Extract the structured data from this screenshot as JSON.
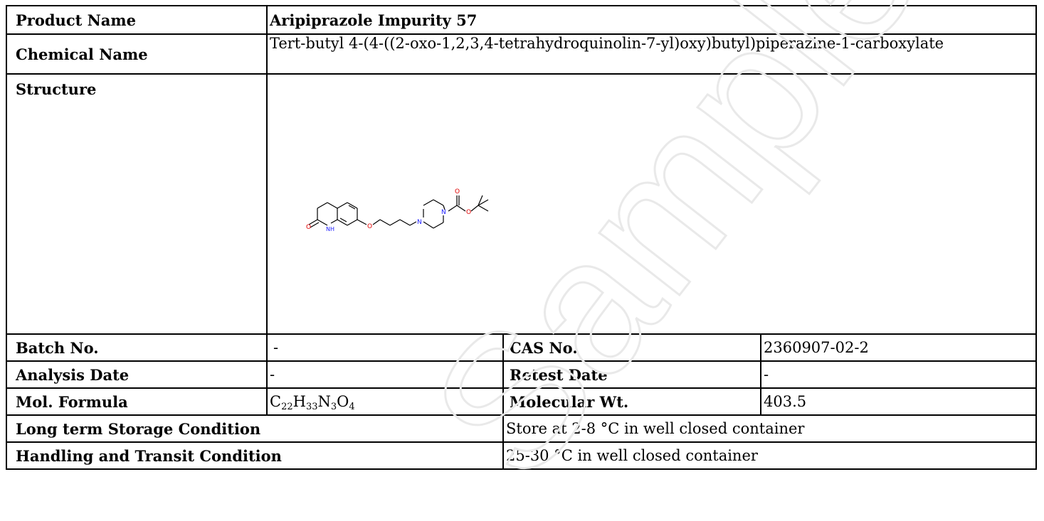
{
  "rows": {
    "product_name": {
      "label": "Product Name",
      "value": "Aripiprazole Impurity 57"
    },
    "chemical_name": {
      "label": "Chemical Name",
      "value": "Tert-butyl 4-(4-((2-oxo-1,2,3,4-tetrahydroquinolin-7-yl)oxy)butyl)piperazine-1-carboxylate"
    },
    "structure": {
      "label": "Structure",
      "atoms": {
        "o_ketone": "O",
        "nh": "NH",
        "o_ether": "O",
        "n1": "N",
        "n2": "N",
        "o_carbonyl": "O",
        "o_ester": "O"
      }
    },
    "batch": {
      "label": "Batch No.",
      "value": "-"
    },
    "cas": {
      "label": "CAS No.",
      "value": "2360907-02-2"
    },
    "analysis_date": {
      "label": "Analysis Date",
      "value": "-"
    },
    "retest_date": {
      "label": "Retest Date",
      "value": "-"
    },
    "formula": {
      "label": "Mol. Formula",
      "C": "C",
      "c_count": "22",
      "H": "H",
      "h_count": "33",
      "N": "N",
      "n_count": "3",
      "O": "O",
      "o_count": "4"
    },
    "mol_wt": {
      "label": "Molecular Wt.",
      "value": "403.5"
    },
    "storage": {
      "label": "Long term Storage Condition",
      "value": "Store at 2-8 °C in well closed container"
    },
    "transit": {
      "label": "Handling and Transit Condition",
      "value": "25-30 °C in well closed container"
    }
  },
  "watermark": {
    "text": "Sample COA",
    "color": "#e9e9e9"
  },
  "colors": {
    "oxygen": "#e00000",
    "nitrogen": "#2020ff",
    "border": "#000000"
  }
}
